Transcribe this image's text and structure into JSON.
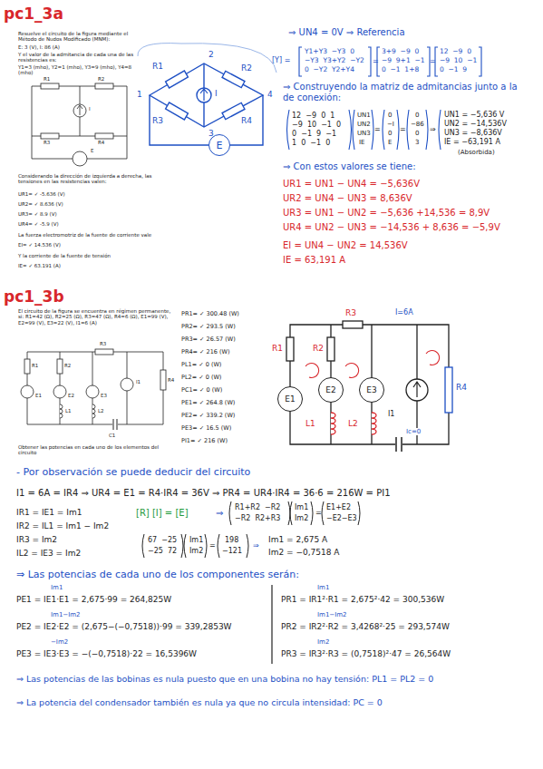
{
  "diagram": {
    "nodes": [
      {
        "text": [
          "E"
        ]
      },
      {
        "text": [
          "E1"
        ]
      },
      {
        "text": [
          "E2"
        ]
      },
      {
        "text": [
          "E3"
        ]
      }
    ],
    "labels": [
      "pc1_3a",
      "Resuelve el circuito de la figura mediante el Método de Nudos Modificado (MNM):",
      "E: 3 (V), I: 86 (A)",
      "Y el valor de la admitancia de cada una de las resistencias es:",
      "Y1=3 (mho), Y2=1 (mho), Y3=9 (mho), Y4=8 (mho)",
      "R1",
      "R2",
      "R3",
      "R4",
      "I",
      "E",
      "Considerando la dirección de izquierda a derecha, las tensiones en las resistencias valen:",
      "UR1= ✓ -5.636 (V)",
      "UR2= ✓ 8.636 (V)",
      "UR3= ✓ 8.9 (V)",
      "UR4= ✓ -5.9 (V)",
      "La fuerza electromotriz de la fuente de corriente vale",
      "EI= ✓ 14.536 (V)",
      "Y la corriente de la fuente de tensión",
      "IE= ✓ 63.191 (A)",
      "1",
      "2",
      "3",
      "4",
      "R1",
      "R2",
      "R3",
      "R4",
      "I",
      "⇒ UN4 = 0V ⇒ Referencia",
      "[Y] =",
      "Y1+Y3  −Y3  0",
      "−Y3  Y3+Y2  −Y2",
      "0  −Y2  Y2+Y4",
      "=",
      "3+9  −9  0",
      "−9  9+1  −1",
      "0  −1  1+8",
      "=",
      "12  −9  0",
      "−9  10  −1",
      "0  −1  9",
      "⇒ Construyendo la matriz de admitancias junto a la de conexión:",
      "12  −9  0  1",
      "−9  10  −1  0",
      "0  −1  9  −1",
      "1  0  −1  0",
      "UN1",
      "UN2",
      "UN3",
      "IE",
      "=",
      "0",
      "−I",
      "0",
      "E",
      "=",
      "0",
      "−86",
      "0",
      "3",
      "⇒",
      "UN1 = −5,636 V",
      "UN2 = −14,536V",
      "UN3 = −8,636V",
      "IE = −63,191 A",
      "(Absorbida)",
      "⇒ Con estos valores se tiene:",
      "UR1 = UN1 − UN4 = −5,636V",
      "UR2 = UN4 − UN3 = 8,636V",
      "UR3 = UN1 − UN2 = −5,636 +14,536 = 8,9V",
      "UR4 = UN2 − UN3 = −14,536 + 8,636 = −5,9V",
      "EI = UN4 − UN2 = 14,536V",
      "IE = 63,191 A",
      "pc1_3b",
      "El circuito de la figura se encuentra en régimen permanente, si: R1=42 (Ω), R2=25 (Ω), R3=47 (Ω), R4=6 (Ω), E1=99 (V), E2=99 (V), E3=22 (V), I1=6 (A)",
      "R3",
      "R1",
      "R2",
      "E1",
      "E2",
      "E3",
      "I1",
      "R4",
      "L1",
      "L2",
      "C1",
      "Obtener las potencias en cada uno de los elementos del circuito",
      "PR1= ✓ 300.48 (W)",
      "PR2= ✓ 293.5 (W)",
      "PR3= ✓ 26.57 (W)",
      "PR4= ✓ 216 (W)",
      "PL1= ✓ 0 (W)",
      "PL2= ✓ 0 (W)",
      "PC1= ✓ 0 (W)",
      "PE1= ✓ 264.8 (W)",
      "PE2= ✓ 339.2 (W)",
      "PE3= ✓ 16.5 (W)",
      "PI1= ✓ 216 (W)",
      "R1",
      "R2",
      "R3",
      "I=6A",
      "I1",
      "R4",
      "L1",
      "L2",
      "Ic=0",
      "- Por observación se puede deducir del circuito",
      "I1 = 6A = IR4 ⇒ UR4 = E1 = R4·IR4 = 36V ⇒ PR4 = UR4·IR4 = 36·6 = 216W = PI1",
      "IR1 = IE1 = Im1",
      "IR2 = IL1 = Im1 − Im2",
      "IR3 = Im2",
      "IL2 = IE3 = Im2",
      "[R] [I] = [E]",
      "⇒",
      "R1+R2  −R2",
      "−R2  R2+R3",
      "Im1",
      "Im2",
      "=",
      "E1+E2",
      "−E2−E3",
      "67  −25",
      "−25  72",
      "Im1",
      "Im2",
      "=",
      "198",
      "−121",
      "⇒",
      "Im1 = 2,675 A",
      "Im2 = −0,7518 A",
      "⇒ Las potencias de cada uno de los componentes serán:",
      "PE1 = IE1·E1 = 2,675·99 = 264,825W",
      "PE2 = IE2·E2 = (2,675−(−0,7518))·99 = 339,2853W",
      "PE3 = IE3·E3 = −(−0,7518)·22 = 16,5396W",
      "PR1 = IR1²·R1 = 2,675²·42 = 300,536W",
      "PR2 = IR2²·R2 = 3,4268²·25 = 293,574W",
      "PR3 = IR3²·R3 = (0,7518)²·47 = 26,564W",
      "Im1",
      "Im1−Im2",
      "−Im2",
      "Im1",
      "Im1−Im2",
      "Im2",
      "⇒ Las potencias de las bobinas es nula puesto que en una bobina no hay tensión: PL1 = PL2 = 0",
      "⇒ La potencia del condensador también es nula ya que no circula intensidad: PC = 0"
    ]
  }
}
